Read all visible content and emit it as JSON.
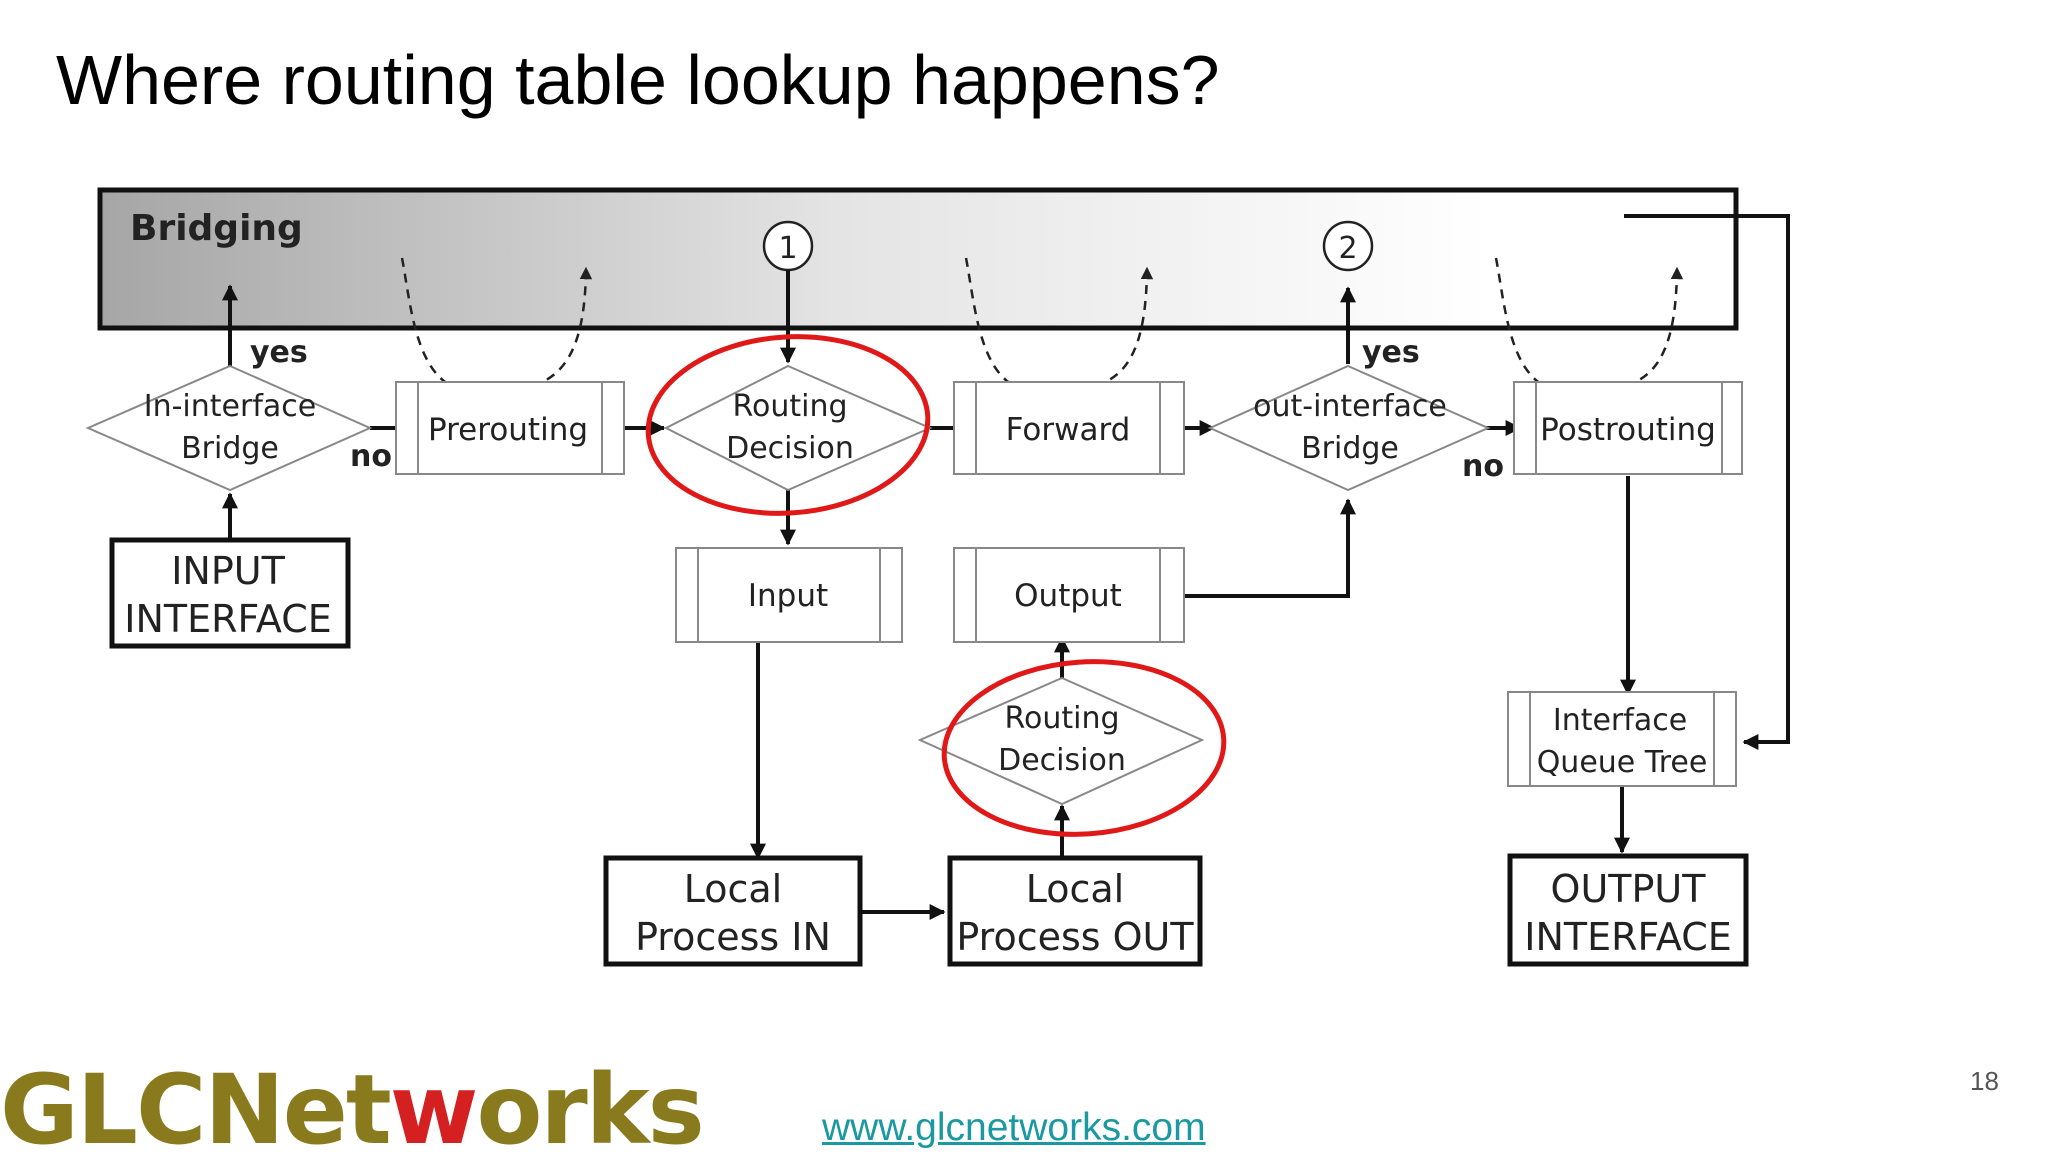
{
  "slide": {
    "title": "Where routing table lookup happens?",
    "page_number": "18",
    "website": "www.glcnetworks.com",
    "logo": {
      "text_part1": "GLCNet",
      "text_part2": "w",
      "text_part3": "orks",
      "color": "#8a7a1e",
      "accent_color": "#d42020"
    }
  },
  "diagram": {
    "bridging_label": "Bridging",
    "markers": [
      "1",
      "2"
    ],
    "yes_label": "yes",
    "no_label": "no",
    "nodes": {
      "in_interface_bridge": [
        "In-interface",
        "Bridge"
      ],
      "prerouting": "Prerouting",
      "routing_decision_top": [
        "Routing",
        "Decision"
      ],
      "forward": "Forward",
      "out_interface_bridge": [
        "out-interface",
        "Bridge"
      ],
      "postrouting": "Postrouting",
      "input_interface": [
        "INPUT",
        "INTERFACE"
      ],
      "input": "Input",
      "output": "Output",
      "routing_decision_bottom": [
        "Routing",
        "Decision"
      ],
      "interface_queue_tree": [
        "Interface",
        "Queue Tree"
      ],
      "local_process_in": [
        "Local",
        "Process IN"
      ],
      "local_process_out": [
        "Local",
        "Process OUT"
      ],
      "output_interface": [
        "OUTPUT",
        "INTERFACE"
      ]
    },
    "highlight_color": "#e01818"
  }
}
